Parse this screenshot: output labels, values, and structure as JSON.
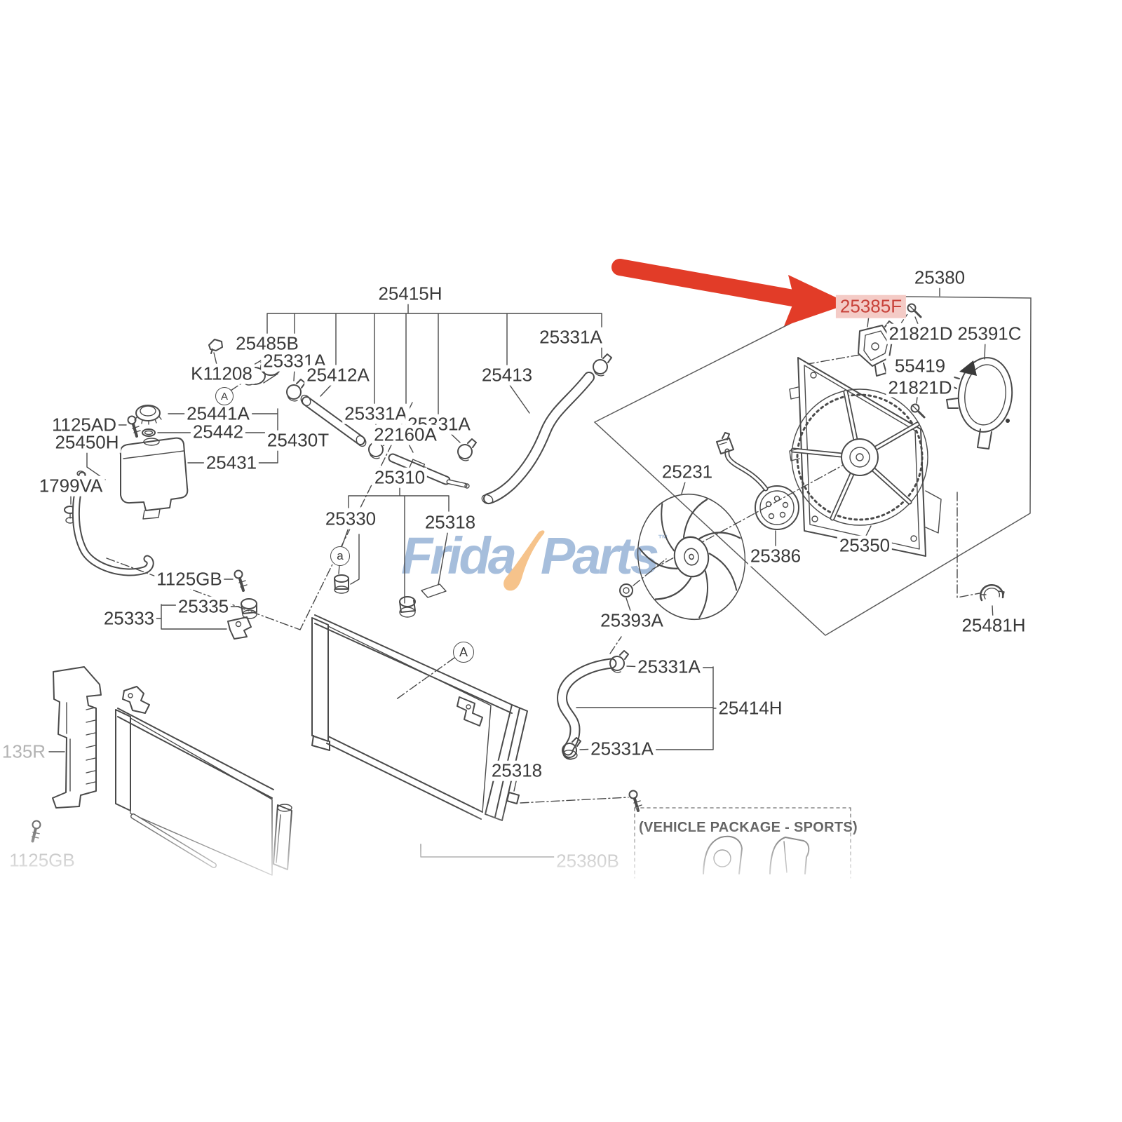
{
  "watermark": {
    "left": "Frida",
    "right": "Parts",
    "tm": "™",
    "blue": "#a6bedc",
    "orange": "#f6c38b"
  },
  "highlight": {
    "part": "25385F",
    "text_color": "#c8423a",
    "bg_color": "#f4cbc6",
    "arrow_color": "#e23c28"
  },
  "note_box": {
    "text": "(VEHICLE PACKAGE - SPORTS)"
  },
  "callouts": {
    "upper": "A",
    "lower": "a",
    "radiator": "A"
  },
  "labels": {
    "upper_hose_assy": "25415H",
    "filler_elbow": "25485B",
    "clamp_a": "25331A",
    "sensor_k": "K11208",
    "pipe": "25412A",
    "clamp_b": "25331A",
    "clamp_c": "25331A",
    "thermo": "22160A",
    "hose_upper": "25413",
    "clamp_d": "25331A",
    "cap": "25441A",
    "oring": "25442",
    "reservoir_assy": "25430T",
    "bottle": "25431",
    "bolt_ad": "1125AD",
    "bracket_h": "25450H",
    "overflow": "1799VA",
    "bolt_gb": "1125GB",
    "insulator": "25335",
    "bracket_lo": "25333",
    "radiator": "25310",
    "drain": "25330",
    "bracket_up": "25318",
    "bracket_dn": "25318",
    "fan_assy": "25380",
    "screw_a": "21821D",
    "ring": "25391C",
    "screw_b1": "55419",
    "screw_b2": "21821D",
    "fan": "25231",
    "motor": "25386",
    "shroud": "25350",
    "nut": "25393A",
    "clip": "25481H",
    "hose_lower": "25414H",
    "clamp_e": "25331A",
    "clamp_f": "25331A",
    "guard_partial": "135R",
    "bottom_faded": "25380B",
    "bottom_left_faded": "1125GB"
  }
}
